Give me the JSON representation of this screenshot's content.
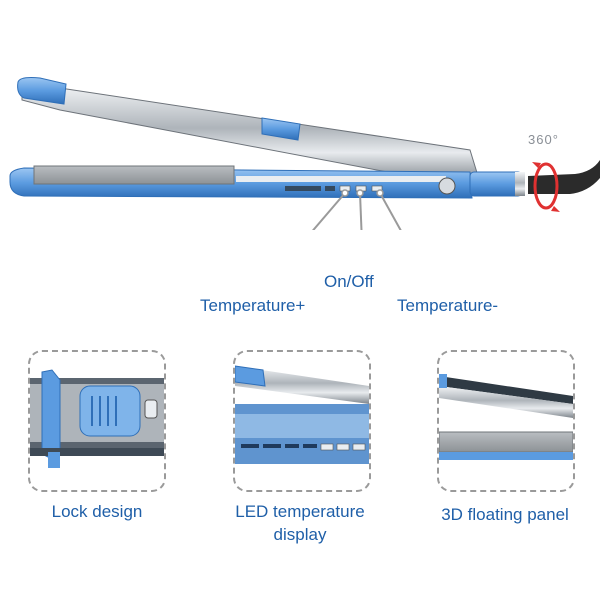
{
  "callouts": {
    "rotation": "360°",
    "on_off": "On/Off",
    "temp_plus": "Temperature+",
    "temp_minus": "Temperature-"
  },
  "features": [
    {
      "caption": "Lock design"
    },
    {
      "caption_line1": "LED temperature",
      "caption_line2": "display"
    },
    {
      "caption": "3D floating panel"
    }
  ],
  "colors": {
    "accent_blue": "#5b9be0",
    "text_blue": "#1f5fa8",
    "rotation_red": "#e03131",
    "chrome": "#c9ced4",
    "plate_grey": "#9ea3a8"
  },
  "icons": [
    "rotation-arrow-icon",
    "lock-icon",
    "button-icon"
  ]
}
